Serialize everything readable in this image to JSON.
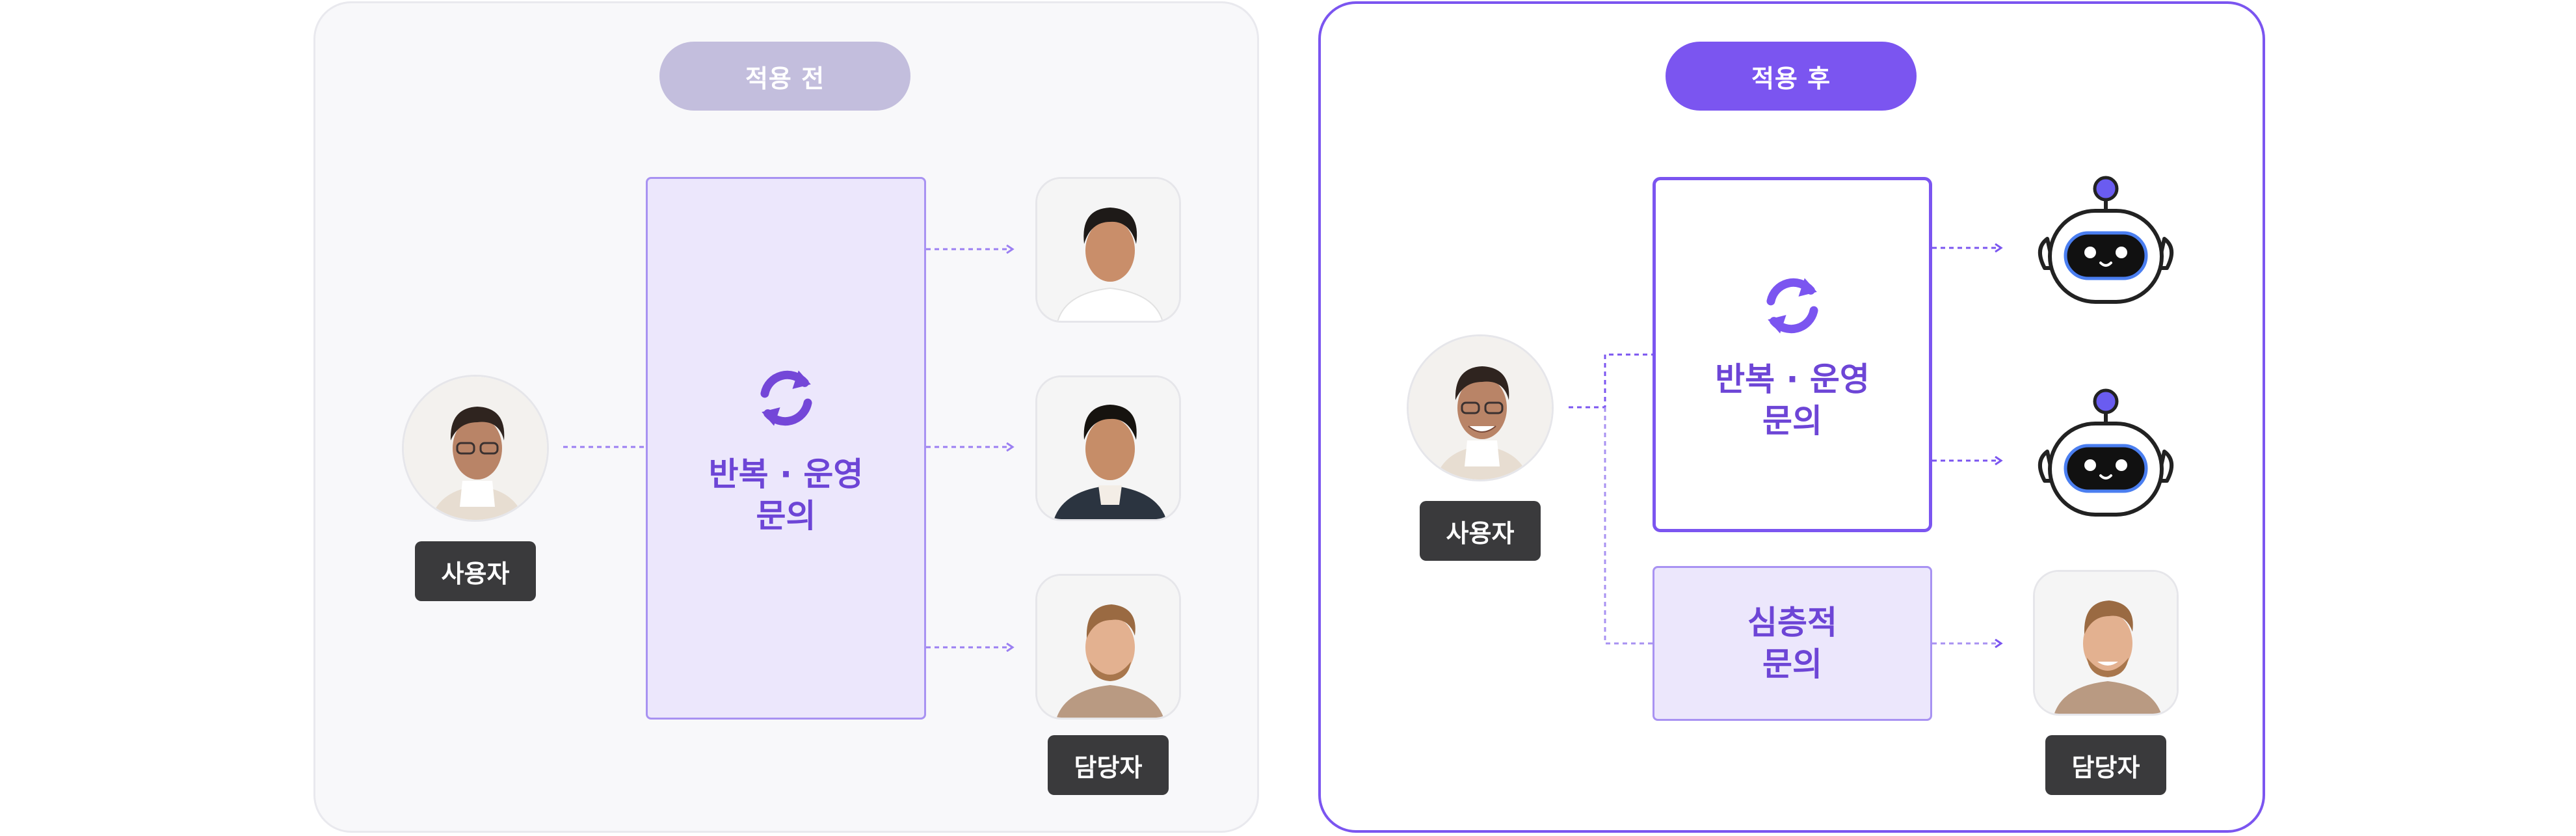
{
  "before": {
    "badge": "적용 전",
    "user_label": "사용자",
    "box_title": [
      "반복 · 운영",
      "문의"
    ],
    "agent_label": "담당자"
  },
  "after": {
    "badge": "적용 후",
    "user_label": "사용자",
    "bot_box_title": [
      "반복 · 운영",
      "문의"
    ],
    "deep_box_title": [
      "심층적",
      "문의"
    ],
    "agent_label": "담당자"
  },
  "colors": {
    "accent": "#7b55f0",
    "accent_text": "#6d45d6",
    "badge_before": "#c3bedd",
    "box_before_fill": "#ece7fc",
    "box_deep_fill": "#ece7fc",
    "label_bg": "#3a3a3c",
    "dotted_line": "#9b7ff2"
  },
  "icons": [
    "refresh-icon",
    "person-avatar",
    "robot-icon"
  ]
}
